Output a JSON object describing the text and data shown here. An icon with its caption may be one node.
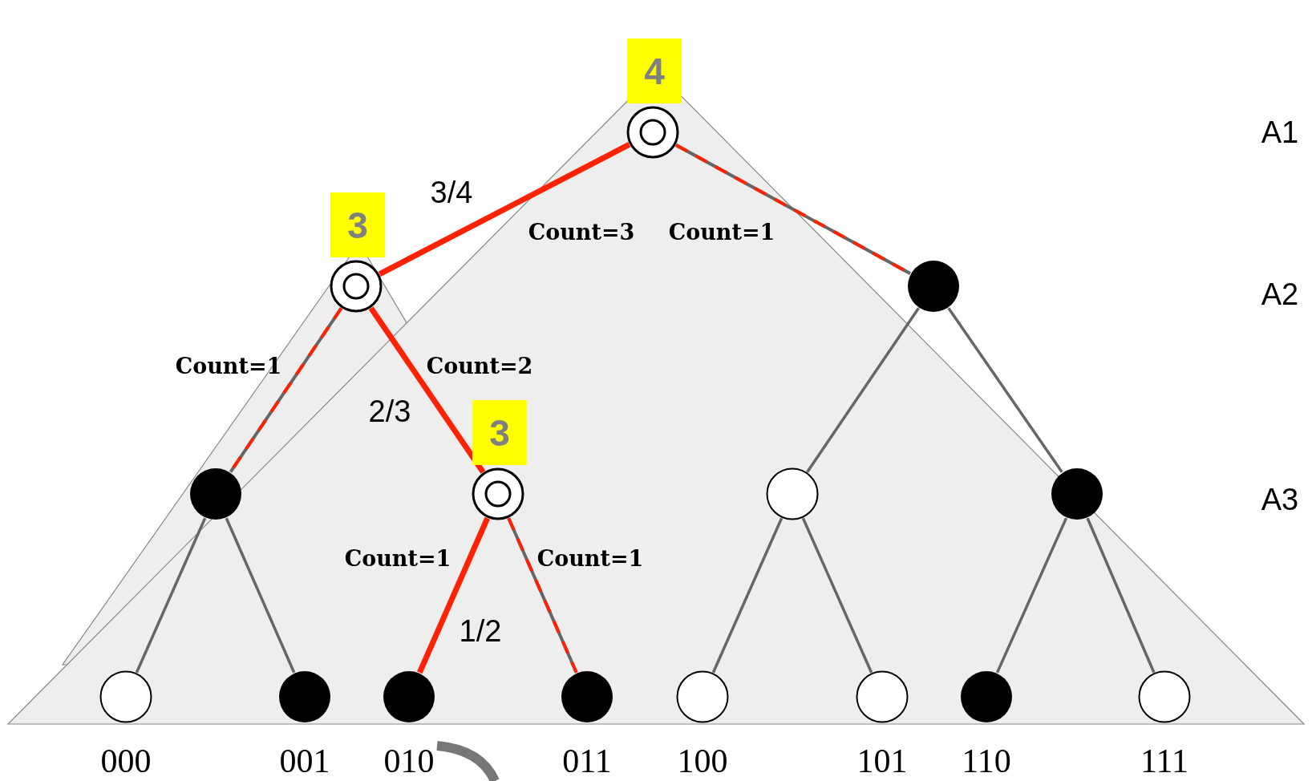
{
  "diagram": {
    "nodes": [
      {
        "text": [],
        "shape": "ring",
        "beside": [
          "4"
        ]
      },
      {
        "text": [],
        "shape": "ring",
        "beside": [
          "3"
        ]
      },
      {
        "text": [],
        "shape": "dot"
      },
      {
        "text": [],
        "shape": "dot"
      },
      {
        "text": [],
        "shape": "ring",
        "beside": [
          "3"
        ]
      },
      {
        "text": [],
        "shape": "circle"
      },
      {
        "text": [],
        "shape": "dot"
      },
      {
        "text": [],
        "shape": "circle",
        "beside": [
          "000"
        ]
      },
      {
        "text": [],
        "shape": "dot",
        "beside": [
          "001"
        ]
      },
      {
        "text": [],
        "shape": "dot",
        "beside": [
          "010"
        ]
      },
      {
        "text": [],
        "shape": "dot",
        "beside": [
          "011"
        ]
      },
      {
        "text": [],
        "shape": "circle",
        "beside": [
          "100"
        ]
      },
      {
        "text": [],
        "shape": "circle",
        "beside": [
          "101"
        ]
      },
      {
        "text": [],
        "shape": "dot",
        "beside": [
          "110"
        ]
      },
      {
        "text": [],
        "shape": "circle",
        "beside": [
          "111"
        ]
      }
    ],
    "edges": [
      {
        "from": 0,
        "to": 1,
        "arrow": "none",
        "label": "Count=3",
        "style": "thick",
        "color": "#ff2200"
      },
      {
        "from": 0,
        "to": 2,
        "arrow": "none",
        "label": "Count=1",
        "style": "dashed",
        "color": "#ff2200"
      },
      {
        "from": 1,
        "to": 3,
        "arrow": "none",
        "label": "Count=1",
        "style": "dashed",
        "color": "#ff2200"
      },
      {
        "from": 1,
        "to": 4,
        "arrow": "none",
        "label": "Count=2",
        "style": "thick",
        "color": "#ff2200"
      },
      {
        "from": 2,
        "to": 5,
        "arrow": "none"
      },
      {
        "from": 2,
        "to": 6,
        "arrow": "none"
      },
      {
        "from": 3,
        "to": 7,
        "arrow": "none"
      },
      {
        "from": 3,
        "to": 8,
        "arrow": "none"
      },
      {
        "from": 4,
        "to": 9,
        "arrow": "none",
        "label": "Count=1",
        "style": "thick",
        "color": "#ff2200"
      },
      {
        "from": 4,
        "to": 10,
        "arrow": "none",
        "label": "Count=1",
        "style": "dashed",
        "color": "#ff2200"
      },
      {
        "from": 5,
        "to": 11,
        "arrow": "none"
      },
      {
        "from": 5,
        "to": 12,
        "arrow": "none"
      },
      {
        "from": 6,
        "to": 13,
        "arrow": "none"
      },
      {
        "from": 6,
        "to": 14,
        "arrow": "none"
      }
    ],
    "labels": [
      "A1",
      "3/4",
      "A2",
      "2/3",
      "A3",
      "1/2"
    ]
  }
}
